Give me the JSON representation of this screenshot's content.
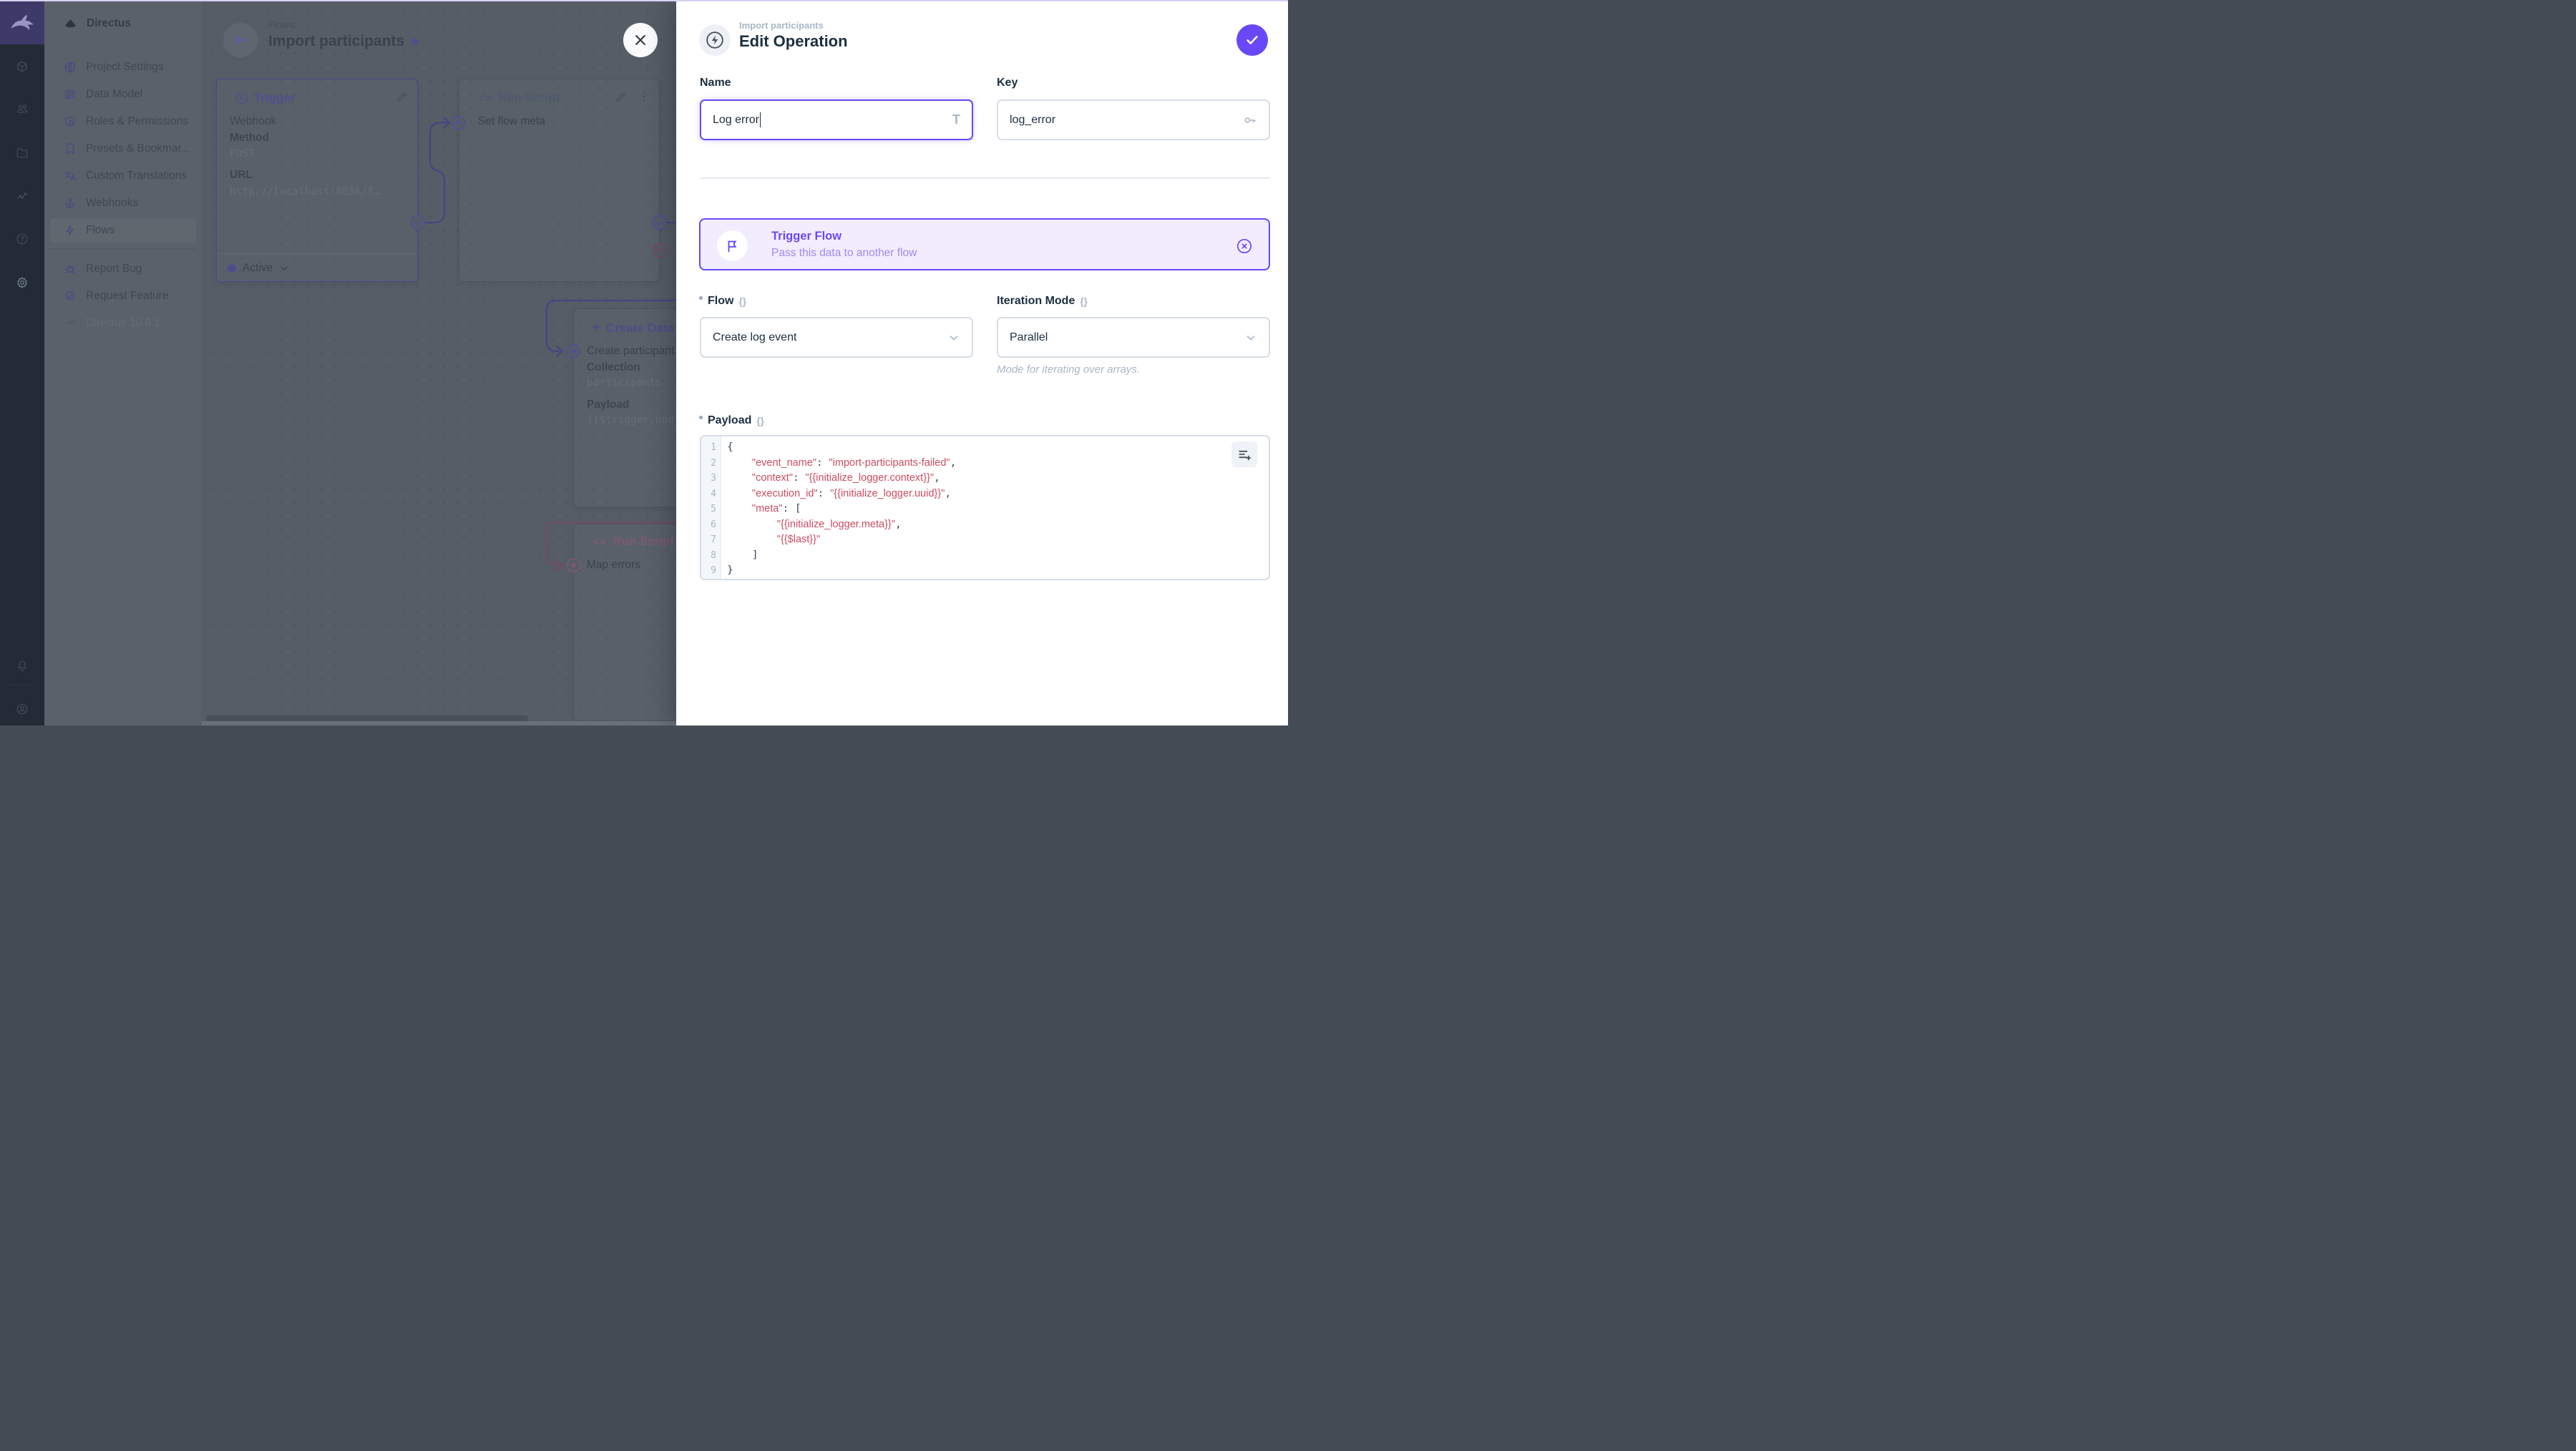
{
  "app": {
    "name": "Directus"
  },
  "module_bar": {
    "logo_icon": "directus-rabbit-icon",
    "modules": [
      {
        "name": "content",
        "icon": "cube-icon"
      },
      {
        "name": "users",
        "icon": "people-icon"
      },
      {
        "name": "files",
        "icon": "folder-icon"
      },
      {
        "name": "insights",
        "icon": "chart-icon"
      },
      {
        "name": "docs",
        "icon": "help-icon"
      },
      {
        "name": "settings",
        "icon": "gear-icon",
        "active": true
      }
    ],
    "bottom": [
      {
        "name": "notifications",
        "icon": "bell-icon"
      },
      {
        "name": "account",
        "icon": "user-circle-icon"
      }
    ]
  },
  "nav": {
    "title": "Directus",
    "title_icon": "project-fan-icon",
    "items": [
      {
        "label": "Project Settings",
        "icon": "globe-icon"
      },
      {
        "label": "Data Model",
        "icon": "data-model-icon"
      },
      {
        "label": "Roles & Permissions",
        "icon": "shield-user-icon"
      },
      {
        "label": "Presets & Bookmar...",
        "icon": "bookmark-icon"
      },
      {
        "label": "Custom Translations",
        "icon": "translate-icon"
      },
      {
        "label": "Webhooks",
        "icon": "anchor-icon"
      },
      {
        "label": "Flows",
        "icon": "bolt-icon",
        "active": true
      }
    ],
    "footer_items": [
      {
        "label": "Report Bug",
        "icon": "bug-icon"
      },
      {
        "label": "Request Feature",
        "icon": "badge-check-icon"
      }
    ],
    "version": {
      "label": "Directus 10.6.1",
      "icon": "rabbit-small-icon"
    }
  },
  "flow_canvas": {
    "breadcrumb": "Flows",
    "title": "Import participants",
    "panels": {
      "trigger": {
        "header": "Trigger",
        "type_value": "Webhook",
        "method_label": "Method",
        "method_value": "POST",
        "url_label": "URL",
        "url_value": "http://localhost:8056/f…",
        "status": "Active"
      },
      "run_script": {
        "header": "Run Script",
        "name": "Set flow meta"
      },
      "create_data": {
        "header": "Create Data",
        "name": "Create participant",
        "collection_label": "Collection",
        "collection_value": "participants",
        "payload_label": "Payload",
        "payload_value": "{{$trigger.body"
      },
      "map_errors": {
        "header": "Run Script",
        "name": "Map errors"
      }
    }
  },
  "drawer": {
    "breadcrumb": "Import participants",
    "title": "Edit Operation",
    "header_icon": "operation-bolt-icon",
    "confirm_icon": "check-icon",
    "fields": {
      "name": {
        "label": "Name",
        "value": "Log error",
        "icon": "title-icon"
      },
      "key": {
        "label": "Key",
        "value": "log_error",
        "icon": "key-icon"
      },
      "flow": {
        "label": "Flow",
        "value": "Create log event"
      },
      "iteration": {
        "label": "Iteration Mode",
        "value": "Parallel",
        "hint": "Mode for iterating over arrays."
      },
      "payload": {
        "label": "Payload"
      }
    },
    "trigger_flow_card": {
      "icon": "flag-icon",
      "title": "Trigger Flow",
      "subtitle": "Pass this data to another flow",
      "close_icon": "circle-x-icon"
    },
    "code": {
      "lines": [
        "{",
        "    \"event_name\": \"import-participants-failed\",",
        "    \"context\": \"{{initialize_logger.context}}\",",
        "    \"execution_id\": \"{{initialize_logger.uuid}}\",",
        "    \"meta\": [",
        "        \"{{initialize_logger.meta}}\",",
        "        \"{{$last}}\"",
        "    ]",
        "}"
      ]
    }
  },
  "colors": {
    "accent": "#6644FF",
    "dim_purple": "#4B4889",
    "dim_rose": "#6F4D61",
    "code_string": "#CB4C5F",
    "drawer_bg": "#FFFFFF"
  }
}
